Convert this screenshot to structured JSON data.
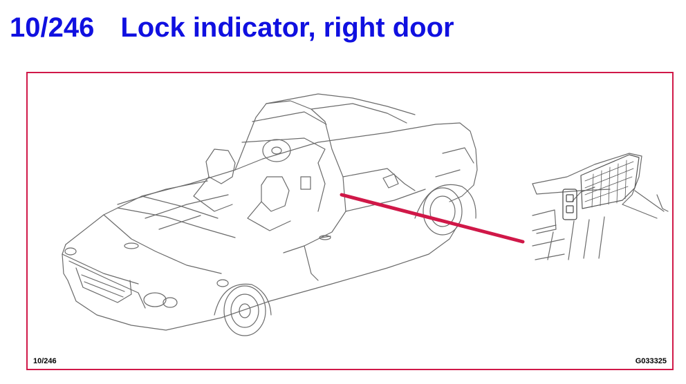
{
  "header": {
    "figure_number": "10/246",
    "title": "Lock indicator, right door"
  },
  "figure": {
    "ref_number": "10/246",
    "drawing_id": "G033325"
  },
  "colors": {
    "title": "#1010e0",
    "frame": "#d01848",
    "leader": "#d01848",
    "line_art": "#6a6a6a"
  },
  "icons": [
    "convertible-car-illustration",
    "door-lock-indicator-detail"
  ]
}
